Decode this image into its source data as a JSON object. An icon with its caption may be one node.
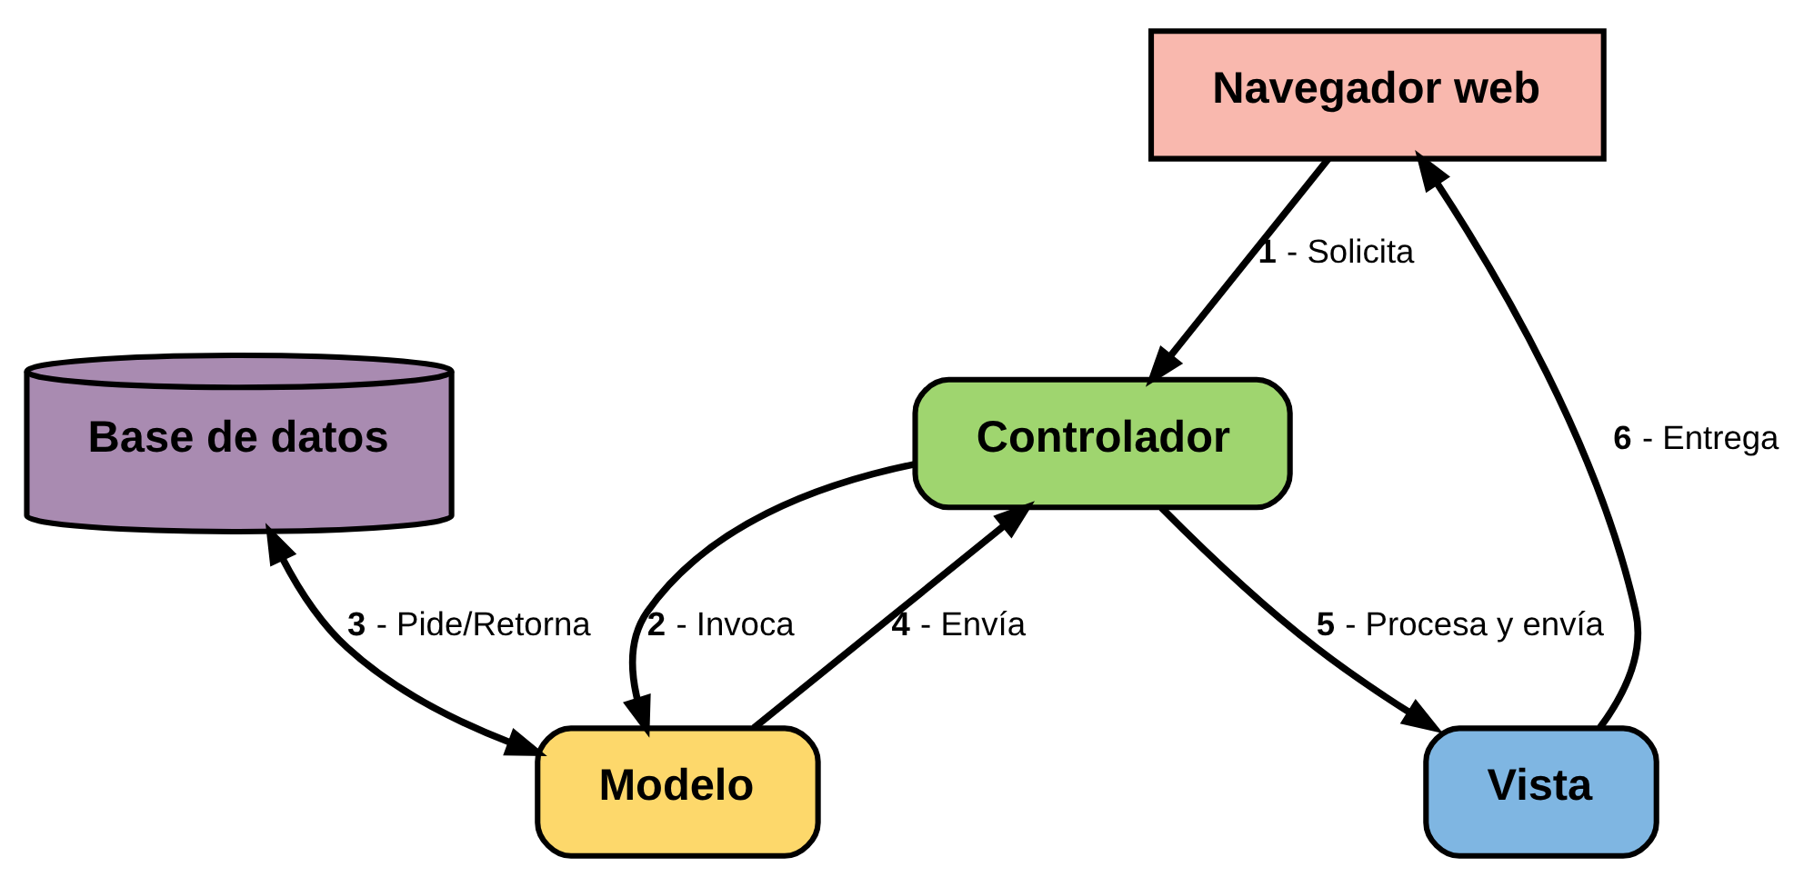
{
  "diagram": {
    "nodes": [
      {
        "text": [
          "Navegador web"
        ]
      },
      {
        "text": [
          "Base de datos"
        ]
      },
      {
        "text": [
          "Controlador"
        ]
      },
      {
        "text": [
          "Modelo"
        ]
      },
      {
        "text": [
          "Vista"
        ]
      }
    ],
    "edges": [
      {
        "from": 0,
        "to": 2,
        "arrow": "to",
        "label": "**1** - Solicita"
      },
      {
        "from": 2,
        "to": 3,
        "arrow": "to",
        "label": "**2** - Invoca"
      },
      {
        "from": 3,
        "to": 1,
        "arrow": "both",
        "label": "**3** - Pide/Retorna"
      },
      {
        "from": 3,
        "to": 2,
        "arrow": "to",
        "label": "**4** - Envía"
      },
      {
        "from": 2,
        "to": 4,
        "arrow": "to",
        "label": "**5** - Procesa y envía"
      },
      {
        "from": 4,
        "to": 0,
        "arrow": "to",
        "label": "**6** - Entrega"
      }
    ]
  }
}
